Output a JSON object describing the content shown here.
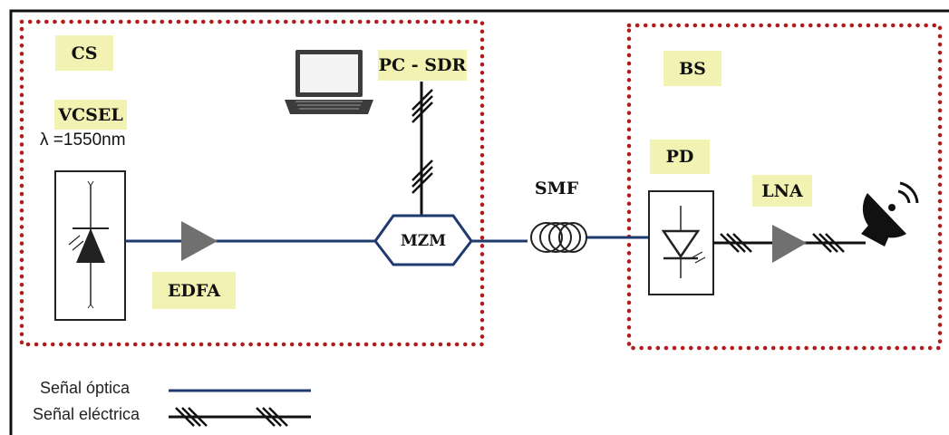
{
  "blocks": {
    "cs": "CS",
    "bs": "BS",
    "vcsel": "VCSEL",
    "wavelength": "λ =1550nm",
    "edfa": "EDFA",
    "mzm": "MZM",
    "pc_sdr": "PC - SDR",
    "smf": "SMF",
    "pd": "PD",
    "lna": "LNA"
  },
  "legend": {
    "optical": "Señal óptica",
    "electrical": "Señal eléctrica"
  },
  "colors": {
    "optical_line": "#1f3a6e",
    "electrical_line": "#111111",
    "dotted_border": "#b01c1c",
    "label_bg": "#f2f2b3",
    "amplifier": "#707070"
  }
}
